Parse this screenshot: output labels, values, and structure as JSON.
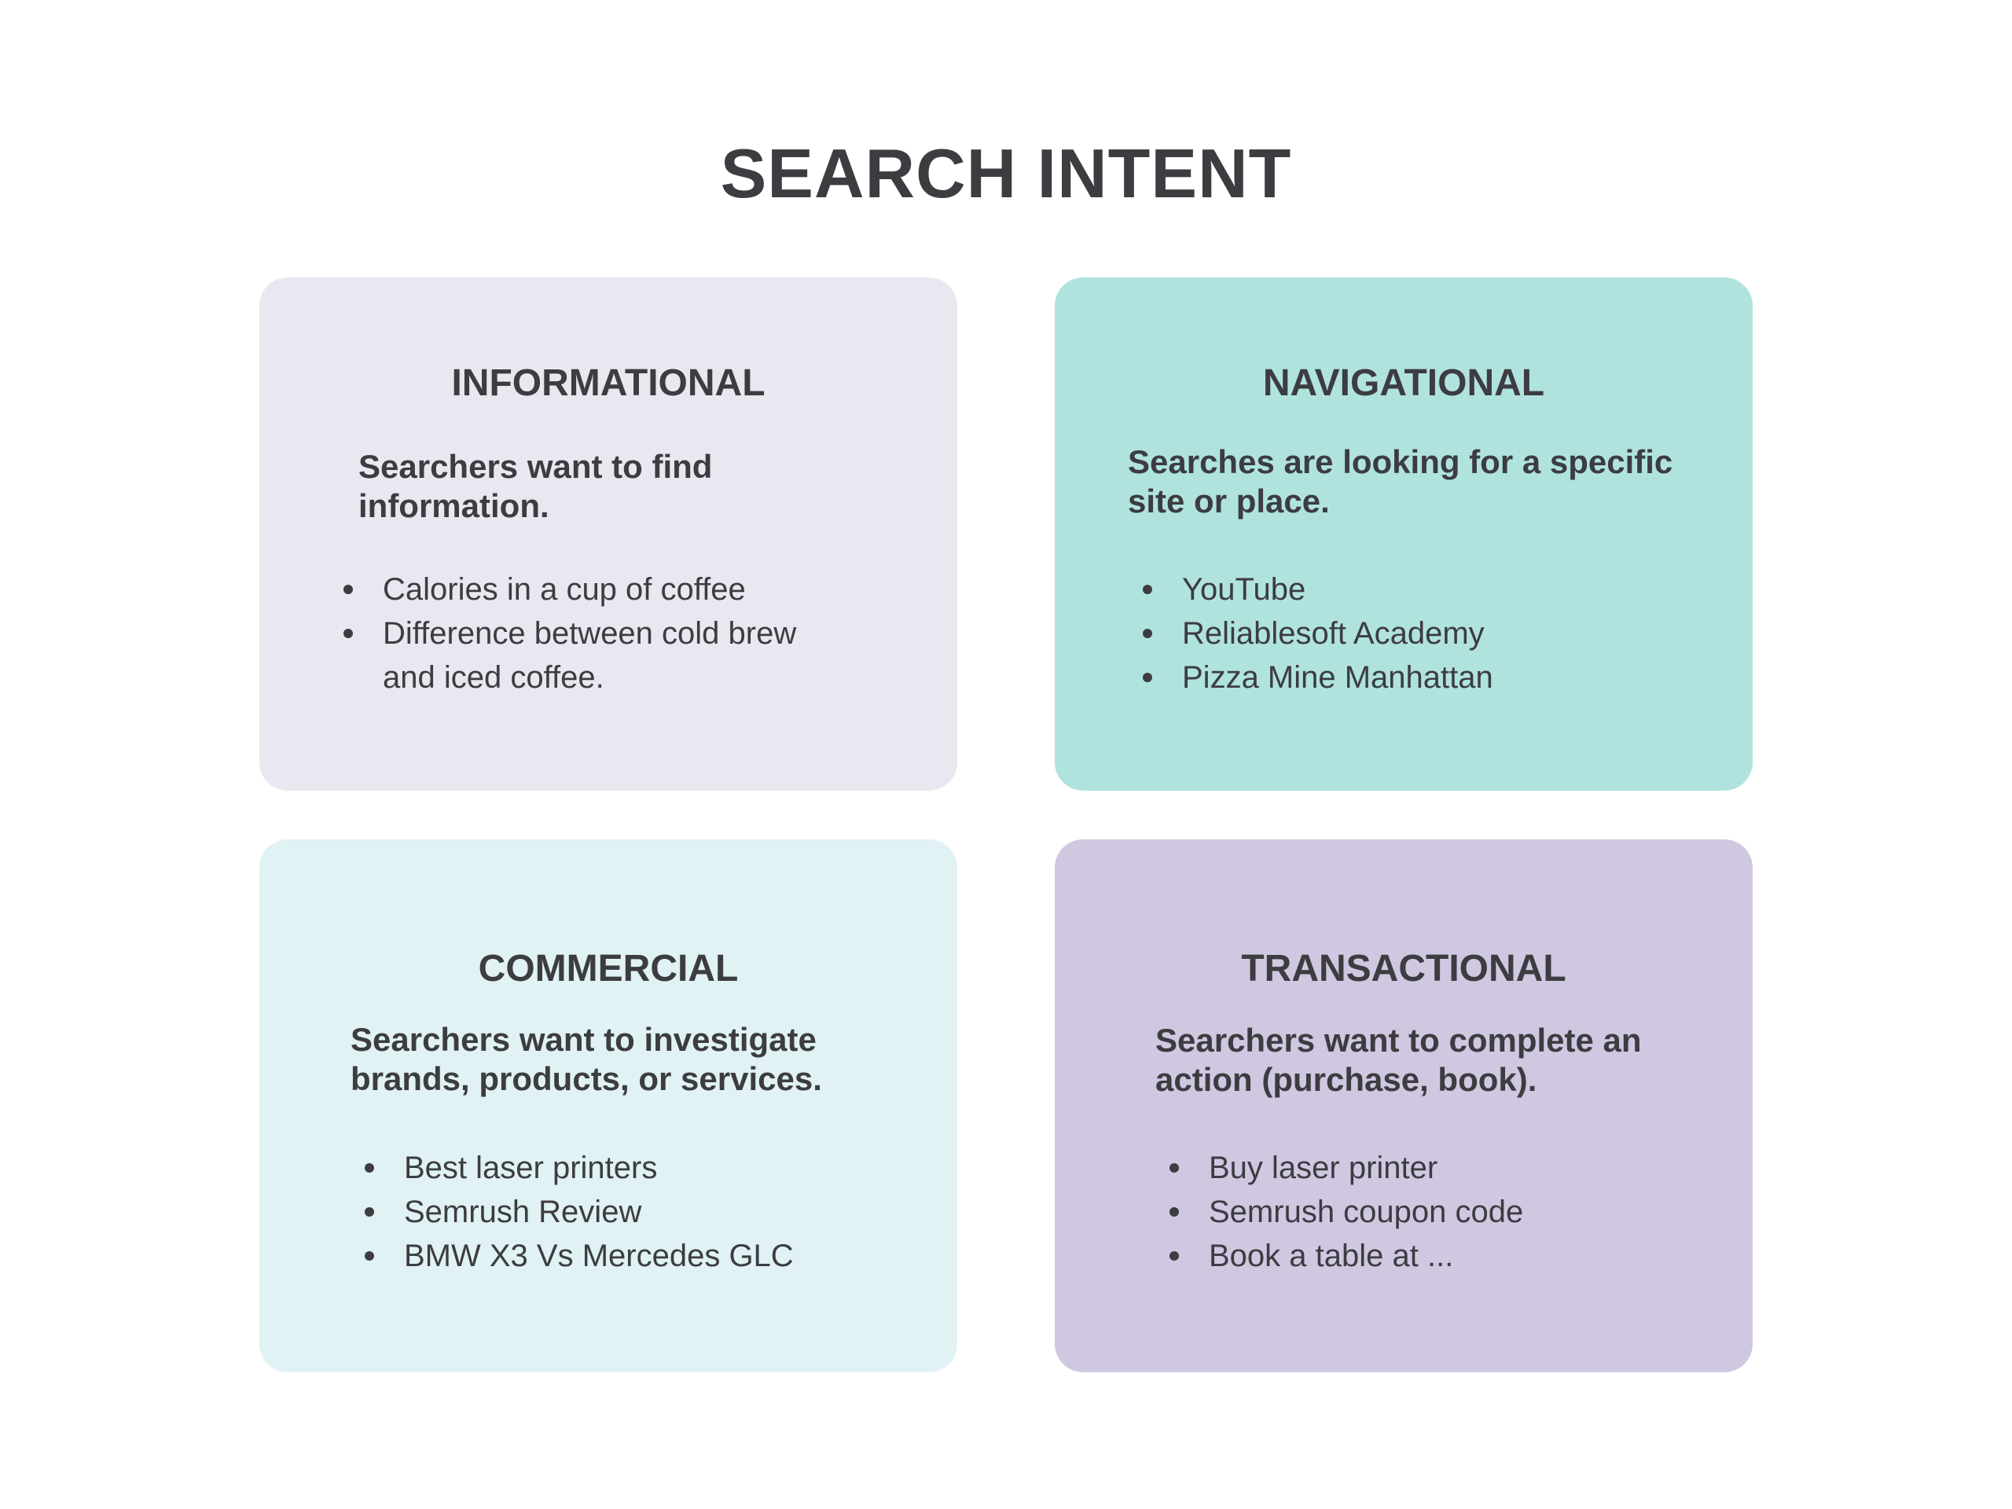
{
  "title": "SEARCH INTENT",
  "colors": {
    "informational": "#eae7f0",
    "navigational": "#b0e3de",
    "commercial": "#e0f2f3",
    "transactional": "#d0c7e1",
    "text": "#3c3c41"
  },
  "cards": [
    {
      "title": "INFORMATIONAL",
      "subtitle": "Searchers want to find information.",
      "items": [
        "Calories in a cup of coffee",
        "Difference between cold brew and iced coffee."
      ]
    },
    {
      "title": "NAVIGATIONAL",
      "subtitle": "Searches are looking for a specific site or place.",
      "items": [
        "YouTube",
        "Reliablesoft Academy",
        "Pizza Mine Manhattan"
      ]
    },
    {
      "title": "COMMERCIAL",
      "subtitle": "Searchers want to investigate brands, products, or services.",
      "items": [
        "Best laser printers",
        "Semrush Review",
        "BMW X3 Vs Mercedes GLC"
      ]
    },
    {
      "title": "TRANSACTIONAL",
      "subtitle": "Searchers want to complete an action (purchase, book).",
      "items": [
        "Buy laser printer",
        "Semrush coupon code",
        "Book a table at ..."
      ]
    }
  ]
}
